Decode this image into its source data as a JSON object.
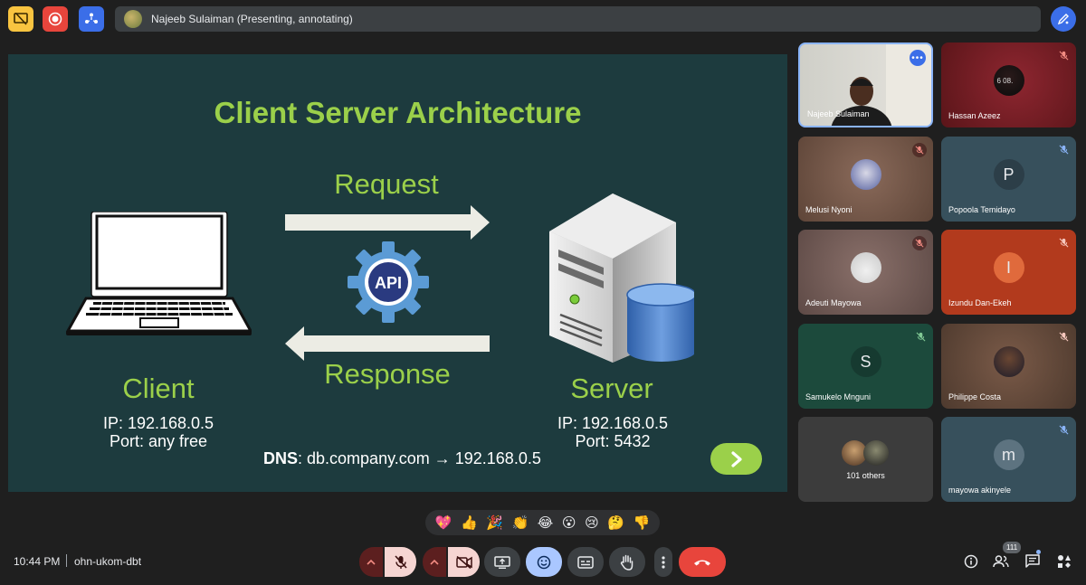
{
  "presenter": {
    "label": "Najeeb Sulaiman (Presenting, annotating)"
  },
  "slide": {
    "title": "Client Server Architecture",
    "request_label": "Request",
    "response_label": "Response",
    "api_label": "API",
    "client": {
      "label": "Client",
      "ip": "IP: 192.168.0.5",
      "port": "Port: any free"
    },
    "server": {
      "label": "Server",
      "ip": "IP: 192.168.0.5",
      "port": "Port: 5432"
    },
    "dns": {
      "prefix": "DNS",
      "text": ": db.company.com → 192.168.0.5"
    },
    "colors": {
      "background": "#1d3b3e",
      "accent": "#9bd04a"
    }
  },
  "participants": [
    {
      "name": "Najeeb Sulaiman",
      "type": "video",
      "color": "#d6d3cc"
    },
    {
      "name": "Hassan Azeez",
      "type": "photo",
      "color": "#6e1b22",
      "muted": true
    },
    {
      "name": "Melusi Nyoni",
      "type": "photo",
      "color": "#7a5a4a",
      "muted": true
    },
    {
      "name": "Popoola Temidayo",
      "type": "letter",
      "letter": "P",
      "color": "#3c5460",
      "muted": true
    },
    {
      "name": "Adeuti Mayowa",
      "type": "photo",
      "color": "#7d6560",
      "muted": true
    },
    {
      "name": "Izundu Dan-Ekeh",
      "type": "letter",
      "letter": "I",
      "color": "#b23a1d",
      "muted": true
    },
    {
      "name": "Samukelo Mnguni",
      "type": "letter",
      "letter": "S",
      "color": "#1d4a3c",
      "muted": true
    },
    {
      "name": "Philippe Costa",
      "type": "photo",
      "color": "#6e5040",
      "muted": true
    },
    {
      "name": "101 others",
      "type": "group",
      "color": "#3c3c3c"
    },
    {
      "name": "mayowa akinyele",
      "type": "letter",
      "letter": "m",
      "color": "#3c5460",
      "muted": true
    }
  ],
  "reactions": [
    "💖",
    "👍",
    "🎉",
    "👏",
    "😂",
    "😮",
    "😢",
    "🤔",
    "👎"
  ],
  "footer": {
    "time": "10:44 PM",
    "meeting_code": "ohn-ukom-dbt",
    "people_count": "111"
  }
}
